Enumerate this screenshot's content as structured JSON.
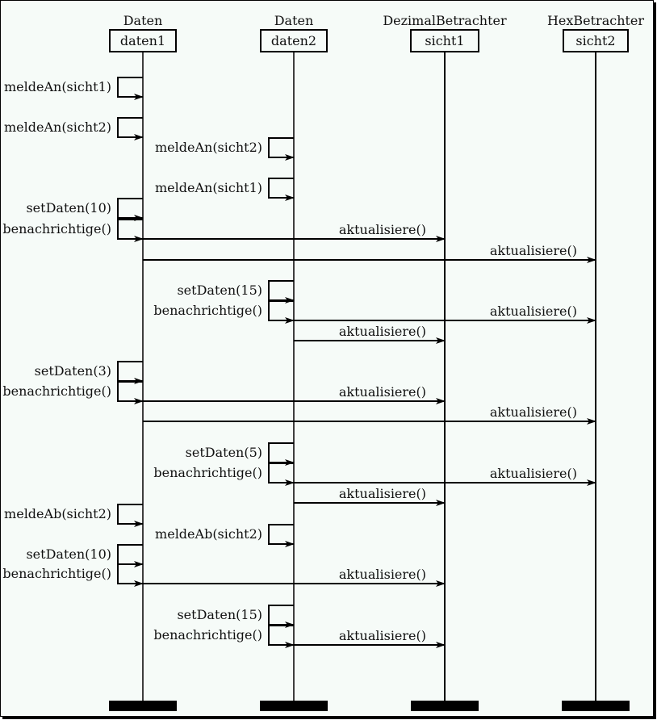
{
  "diagram": {
    "type": "sequence",
    "participants": [
      {
        "type": "Daten",
        "name": "daten1"
      },
      {
        "type": "Daten",
        "name": "daten2"
      },
      {
        "type": "DezimalBetrachter",
        "name": "sicht1"
      },
      {
        "type": "HexBetrachter",
        "name": "sicht2"
      }
    ],
    "messages": [
      {
        "from": 0,
        "to": 0,
        "label": "meldeAn(sicht1)"
      },
      {
        "from": 0,
        "to": 0,
        "label": "meldeAn(sicht2)"
      },
      {
        "from": 1,
        "to": 1,
        "label": "meldeAn(sicht2)"
      },
      {
        "from": 1,
        "to": 1,
        "label": "meldeAn(sicht1)"
      },
      {
        "from": 0,
        "to": 0,
        "label": "setDaten(10)"
      },
      {
        "from": 0,
        "to": 0,
        "label": "benachrichtige()"
      },
      {
        "from": 0,
        "to": 2,
        "label": "aktualisiere()"
      },
      {
        "from": 0,
        "to": 3,
        "label": "aktualisiere()"
      },
      {
        "from": 1,
        "to": 1,
        "label": "setDaten(15)"
      },
      {
        "from": 1,
        "to": 1,
        "label": "benachrichtige()"
      },
      {
        "from": 1,
        "to": 3,
        "label": "aktualisiere()"
      },
      {
        "from": 1,
        "to": 2,
        "label": "aktualisiere()"
      },
      {
        "from": 0,
        "to": 0,
        "label": "setDaten(3)"
      },
      {
        "from": 0,
        "to": 0,
        "label": "benachrichtige()"
      },
      {
        "from": 0,
        "to": 2,
        "label": "aktualisiere()"
      },
      {
        "from": 0,
        "to": 3,
        "label": "aktualisiere()"
      },
      {
        "from": 1,
        "to": 1,
        "label": "setDaten(5)"
      },
      {
        "from": 1,
        "to": 1,
        "label": "benachrichtige()"
      },
      {
        "from": 1,
        "to": 3,
        "label": "aktualisiere()"
      },
      {
        "from": 1,
        "to": 2,
        "label": "aktualisiere()"
      },
      {
        "from": 0,
        "to": 0,
        "label": "meldeAb(sicht2)"
      },
      {
        "from": 1,
        "to": 1,
        "label": "meldeAb(sicht2)"
      },
      {
        "from": 0,
        "to": 0,
        "label": "setDaten(10)"
      },
      {
        "from": 0,
        "to": 0,
        "label": "benachrichtige()"
      },
      {
        "from": 0,
        "to": 2,
        "label": "aktualisiere()"
      },
      {
        "from": 1,
        "to": 1,
        "label": "setDaten(15)"
      },
      {
        "from": 1,
        "to": 1,
        "label": "benachrichtige()"
      },
      {
        "from": 1,
        "to": 2,
        "label": "aktualisiere()"
      }
    ]
  }
}
